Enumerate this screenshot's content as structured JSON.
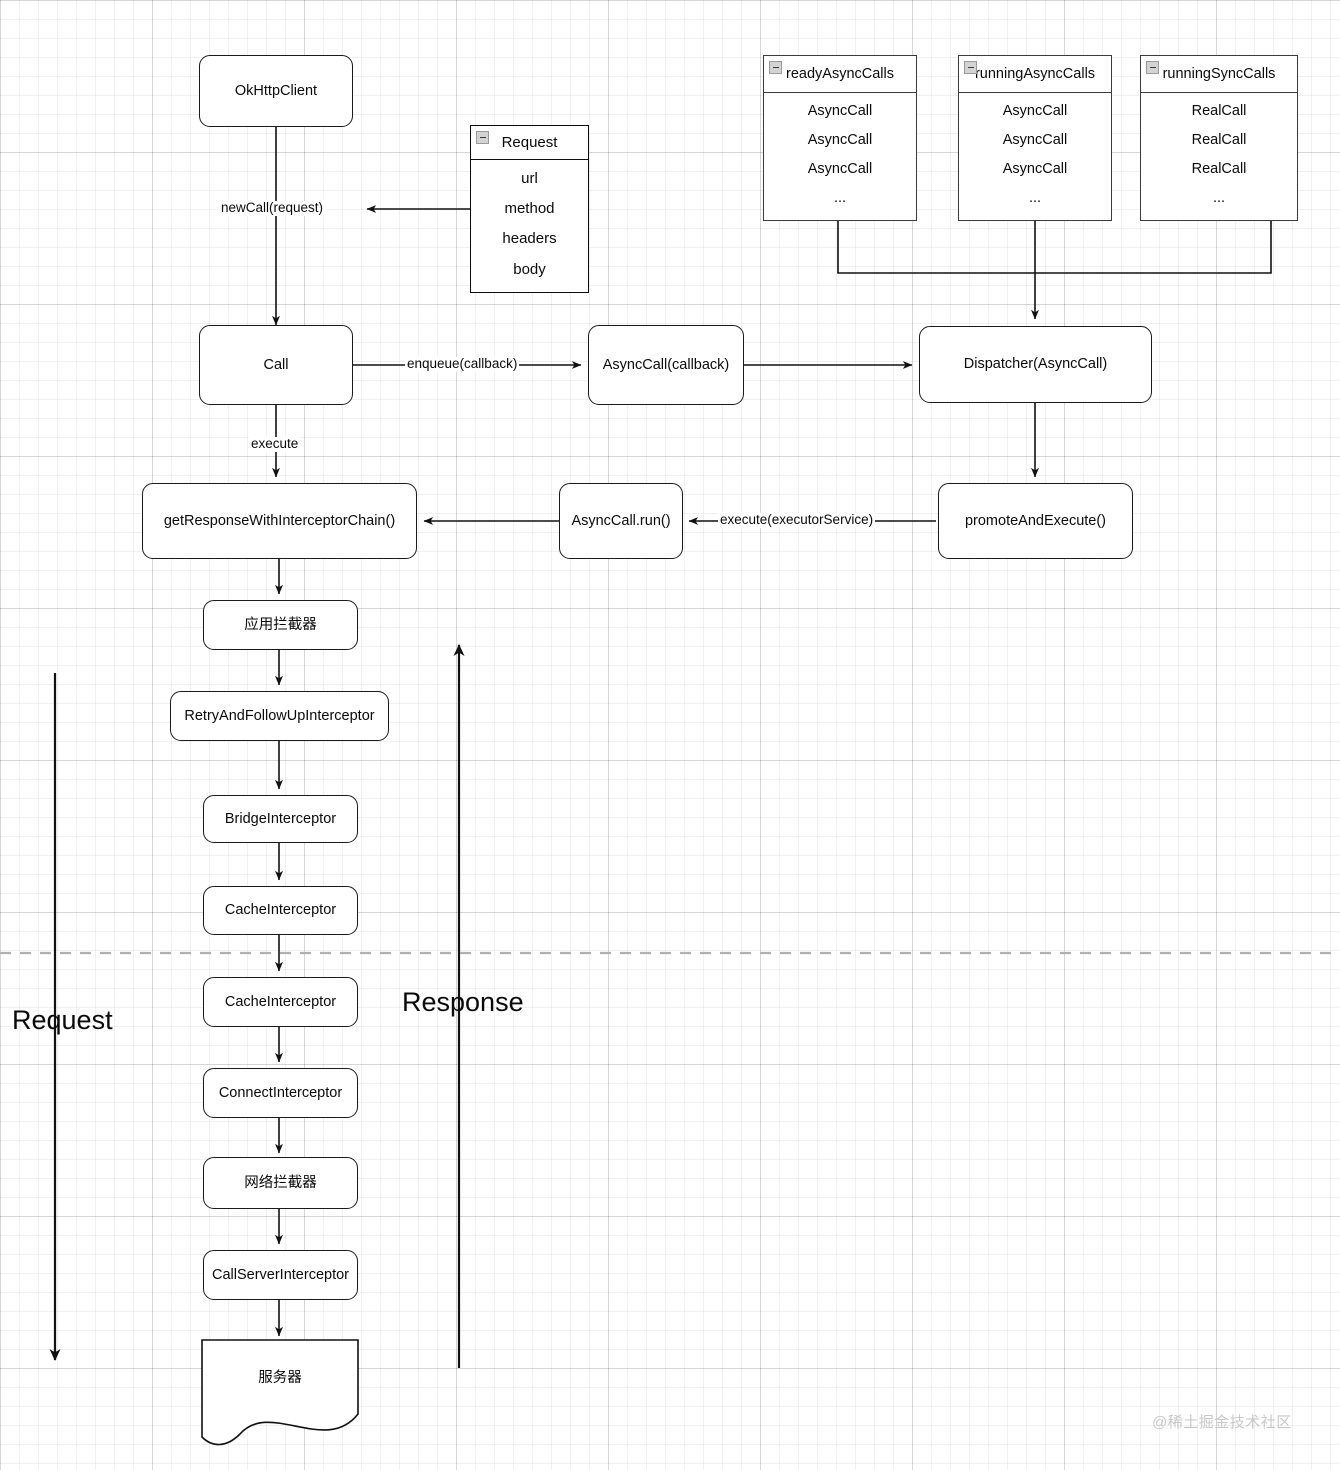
{
  "diagram": {
    "title": "OkHttp request flow",
    "watermark": "@稀土掘金技术社区",
    "colors": {
      "stroke": "#1a1a1a",
      "fill": "#ffffff",
      "grid_minor": "#f0f0f0",
      "grid_major": "#e2e2e2",
      "divider_dashed": "#b0b0b0",
      "watermark": "#c8c8c8"
    },
    "nodes": {
      "okhttp_client": "OkHttpClient",
      "call": "Call",
      "async_call_callback": "AsyncCall(callback)",
      "dispatcher": "Dispatcher(AsyncCall)",
      "promote_and_execute": "promoteAndExecute()",
      "async_call_run": "AsyncCall.run()",
      "get_response_chain": "getResponseWithInterceptorChain()",
      "app_interceptor": "应用拦截器",
      "retry_interceptor": "RetryAndFollowUpInterceptor",
      "bridge_interceptor": "BridgeInterceptor",
      "cache_interceptor_1": "CacheInterceptor",
      "cache_interceptor_2": "CacheInterceptor",
      "connect_interceptor": "ConnectInterceptor",
      "network_interceptor": "网络拦截器",
      "call_server_interceptor": "CallServerInterceptor",
      "server": "服务器"
    },
    "request_class": {
      "name": "Request",
      "collapse_icon": "minus-square-icon",
      "fields": [
        "url",
        "method",
        "headers",
        "body"
      ]
    },
    "queues": [
      {
        "name": "readyAsyncCalls",
        "collapse_icon": "minus-square-icon",
        "items": [
          "AsyncCall",
          "AsyncCall",
          "AsyncCall",
          "..."
        ]
      },
      {
        "name": "runningAsyncCalls",
        "collapse_icon": "minus-square-icon",
        "items": [
          "AsyncCall",
          "AsyncCall",
          "AsyncCall",
          "..."
        ]
      },
      {
        "name": "runningSyncCalls",
        "collapse_icon": "minus-square-icon",
        "items": [
          "RealCall",
          "RealCall",
          "RealCall",
          "..."
        ]
      }
    ],
    "edge_labels": {
      "new_call": "newCall(request)",
      "enqueue": "enqueue(callback)",
      "execute": "execute",
      "execute_executor_service": "execute(executorService)"
    },
    "flow_labels": {
      "request": "Request",
      "response": "Response"
    }
  }
}
